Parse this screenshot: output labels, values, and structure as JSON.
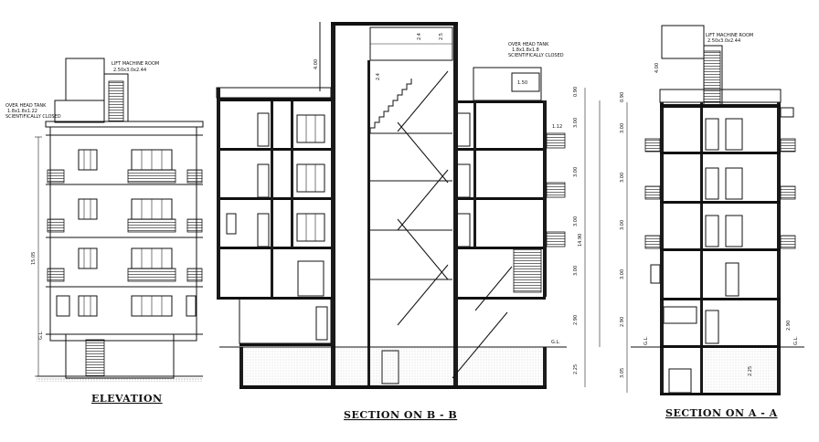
{
  "titles": {
    "elevation": "ELEVATION",
    "section_bb": "SECTION ON B - B",
    "section_aa": "SECTION ON A - A"
  },
  "annotations": {
    "lift_room_label": "LIFT MACHINE ROOM",
    "lift_room_size": "2.50x3.0x2.44",
    "ohtank_label": "OVER HEAD TANK",
    "ohtank_size": "1.8x1.8x1.22",
    "ohtank_note": "SCIENTIFICALLY CLOSED",
    "ohtank_size_bb": "1.8x1.8x1.8",
    "lift_room_size_aa": "2.50x3.0x2.44",
    "gl": "G.L."
  },
  "dimensions": {
    "elev_total": "15.05",
    "bb_total": "14.90",
    "bb_floor": "3.00",
    "bb_ground": "2.90",
    "bb_plinth": "2.25",
    "bb_parapet": "0.90",
    "bb_lift_h": "4.00",
    "bb_tank_h": "2.4",
    "bb_tank_h2": "2.5",
    "bb_stair_top": "2.4",
    "bb_ms": "1.12",
    "bb_side": "1.50",
    "aa_floor": "3.00",
    "aa_ground": "2.90",
    "aa_plinth": "3.05",
    "aa_parapet": "0.90",
    "aa_lift_h": "4.00",
    "aa_inner_ground": "2.90",
    "aa_inner_plinth": "2.25"
  }
}
